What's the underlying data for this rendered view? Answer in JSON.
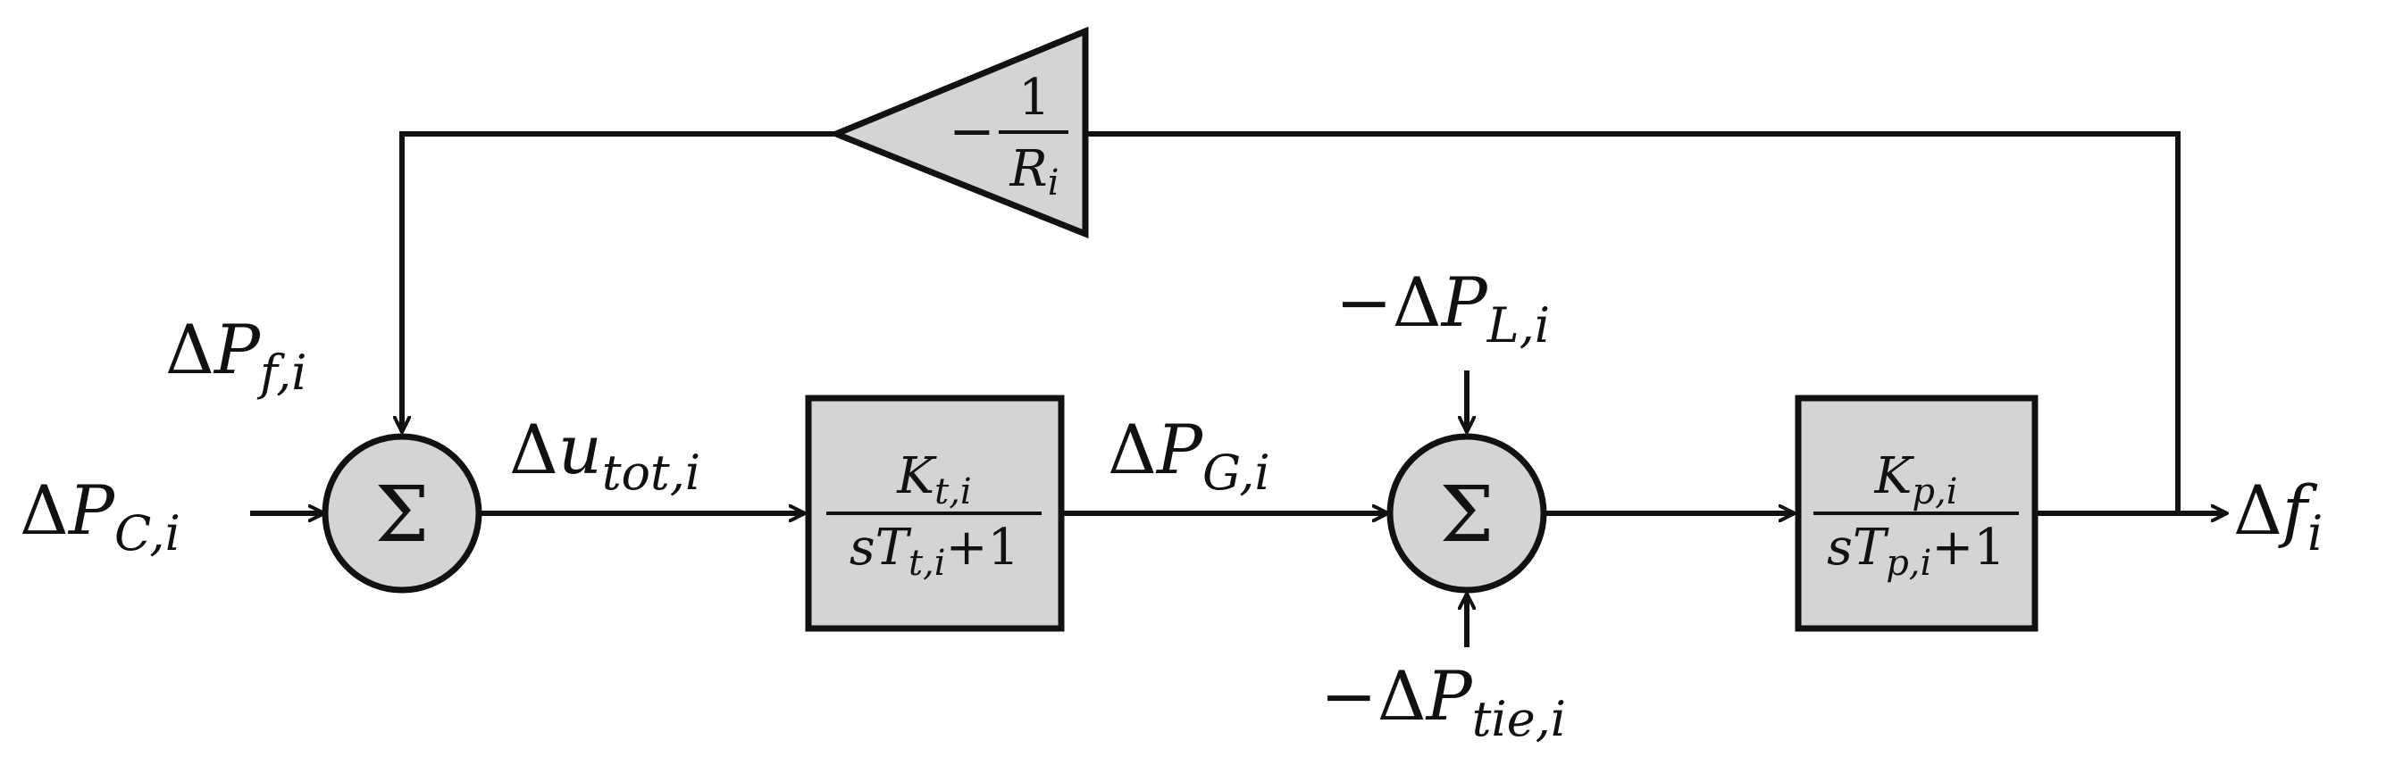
{
  "colors": {
    "line": "#111111",
    "block_fill": "#d4d4d4",
    "background": "#ffffff"
  },
  "icons": {
    "summation_junction": "sigma-in-circle",
    "gain_block": "left-pointing-triangle"
  },
  "labels": {
    "input": {
      "delta": "Δ",
      "symbol": "P",
      "subscript": "C,i"
    },
    "control_signal": {
      "delta": "Δ",
      "symbol": "u",
      "subscript": "tot,i"
    },
    "generation": {
      "delta": "Δ",
      "symbol": "P",
      "subscript": "G,i"
    },
    "frequency_feedback": {
      "delta": "Δ",
      "symbol": "P",
      "subscript": "f,i"
    },
    "load_disturbance": {
      "sign": "−",
      "delta": "Δ",
      "symbol": "P",
      "subscript": "L,i"
    },
    "tie_line_disturbance": {
      "sign": "−",
      "delta": "Δ",
      "symbol": "P",
      "subscript": "tie,i"
    },
    "output": {
      "delta": "Δ",
      "symbol": "f",
      "subscript": "i"
    }
  },
  "blocks": {
    "turbine": {
      "num_symbol": "K",
      "num_subscript": "t,i",
      "den_prefix": "s",
      "den_symbol": "T",
      "den_subscript": "t,i",
      "den_suffix": "+1"
    },
    "plant": {
      "num_symbol": "K",
      "num_subscript": "p,i",
      "den_prefix": "s",
      "den_symbol": "T",
      "den_subscript": "p,i",
      "den_suffix": "+1"
    },
    "droop": {
      "sign": "−",
      "numerator": "1",
      "den_symbol": "R",
      "den_subscript": "i"
    }
  },
  "junctions": {
    "first": {
      "symbol": "Σ"
    },
    "second": {
      "symbol": "Σ"
    }
  }
}
